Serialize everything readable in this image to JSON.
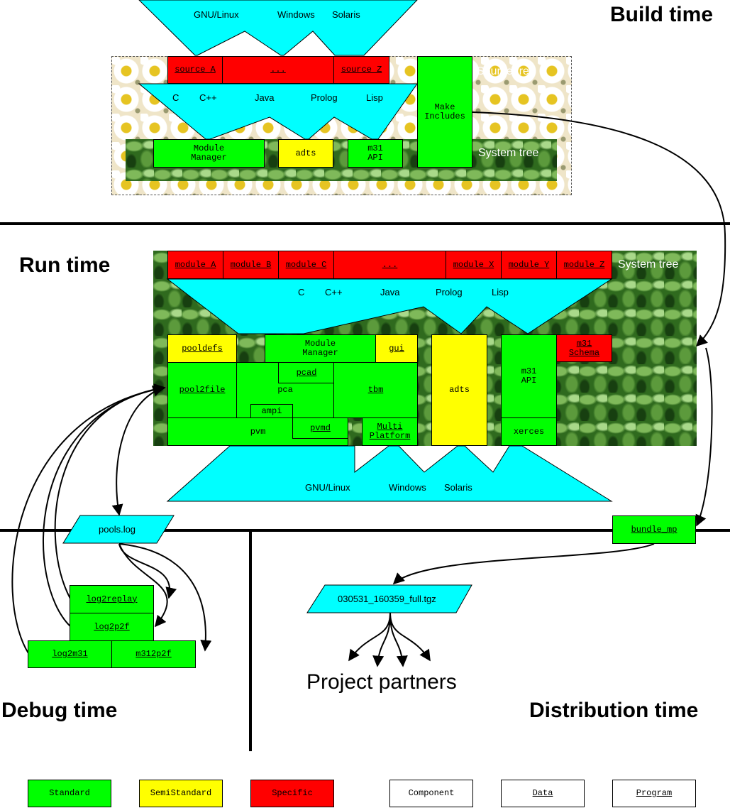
{
  "sections": {
    "build_time": "Build time",
    "run_time": "Run time",
    "debug_time": "Debug time",
    "distribution_time": "Distribution time"
  },
  "build": {
    "os": [
      "GNU/Linux",
      "Windows",
      "Solaris"
    ],
    "sources": [
      "source A",
      "...",
      "source Z"
    ],
    "languages": [
      "C",
      "C++",
      "Java",
      "Prolog",
      "Lisp"
    ],
    "make_includes": "Make Includes",
    "module_manager": "Module Manager",
    "adts": "adts",
    "m31_api": "m31 API",
    "source_tree": "Source tree",
    "system_tree": "System tree"
  },
  "run": {
    "modules": [
      "module A",
      "module B",
      "module C",
      "...",
      "module X",
      "module Y",
      "module Z"
    ],
    "system_tree": "System tree",
    "languages": [
      "C",
      "C++",
      "Java",
      "Prolog",
      "Lisp"
    ],
    "pooldefs": "pooldefs",
    "module_manager": "Module Manager",
    "gui": "gui",
    "m31_schema": "m31 Schema",
    "pool2file": "pool2file",
    "pcad": "pcad",
    "pca": "pca",
    "tbm": "tbm",
    "ampi": "ampi",
    "pvm": "pvm",
    "pvmd": "pvmd",
    "multi_platform": "Multi Platform",
    "adts": "adts",
    "m31_api": "m31 API",
    "xerces": "xerces",
    "os": [
      "GNU/Linux",
      "Windows",
      "Solaris"
    ]
  },
  "debug": {
    "pools_log": "pools.log",
    "log2replay": "log2replay",
    "log2p2f": "log2p2f",
    "log2m31": "log2m31",
    "m312p2f": "m312p2f"
  },
  "distribution": {
    "bundle": "bundle_mp",
    "archive": "030531_160359_full.tgz",
    "partners": "Project partners"
  },
  "legend": {
    "standard": "Standard",
    "semistandard": "SemiStandard",
    "specific": "Specific",
    "component": "Component",
    "data": "Data",
    "program": "Program"
  },
  "colors": {
    "standard": "#00ff00",
    "semistandard": "#ffff00",
    "specific": "#ff0000",
    "funnel": "#00ffff"
  }
}
